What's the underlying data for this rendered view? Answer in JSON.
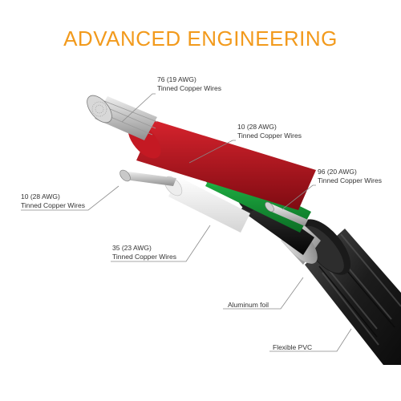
{
  "title": "ADVANCED ENGINEERING",
  "colors": {
    "title": "#f29a1c",
    "jacket": "#2a2a2a",
    "red_insulation": "#b8141d",
    "green_insulation": "#16a53a",
    "white_insulation": "#f2f2f2",
    "black_insulation": "#151515",
    "copper_strands": "#c9c9c9",
    "leader_line": "#8a8a8a"
  },
  "labels": [
    {
      "id": "red-wire",
      "line1": "76 (19 AWG)",
      "line2": "Tinned Copper Wires"
    },
    {
      "id": "green-wire",
      "line1": "10 (28 AWG)",
      "line2": "Tinned Copper Wires"
    },
    {
      "id": "drain-wire",
      "line1": "96 (20 AWG)",
      "line2": "Tinned Copper Wires"
    },
    {
      "id": "white-wire",
      "line1": "10 (28 AWG)",
      "line2": "Tinned Copper Wires"
    },
    {
      "id": "black-wire",
      "line1": "35 (23 AWG)",
      "line2": "Tinned Copper Wires"
    },
    {
      "id": "foil",
      "line1": "Aluminum foil",
      "line2": ""
    },
    {
      "id": "pvc",
      "line1": "Flexible PVC",
      "line2": ""
    }
  ]
}
